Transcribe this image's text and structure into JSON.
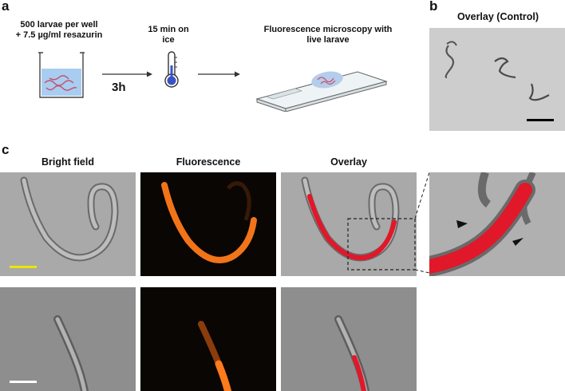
{
  "figure": {
    "panels": {
      "a": {
        "letter": "a",
        "step1_line1": "500 larvae per well",
        "step1_line2": "+ 7.5 µg/ml resazurin",
        "step2_line1": "15 min on",
        "step2_line2": "ice",
        "step3_line1": "Fluorescence microscopy with",
        "step3_line2": "live larave",
        "duration": "3h"
      },
      "b": {
        "letter": "b",
        "title": "Overlay (Control)"
      },
      "c": {
        "letter": "c",
        "col_bright": "Bright field",
        "col_fluor": "Fluorescence",
        "col_overlay": "Overlay"
      }
    },
    "colors": {
      "scalebar_top": "#e8e800",
      "scalebar_bottom": "#ffffff",
      "fluorescence": "#ff7a1a",
      "overlay_red": "#e0182a",
      "well_liquid": "#a9cdf0",
      "thermometer_bulb": "#3a52c4"
    }
  }
}
